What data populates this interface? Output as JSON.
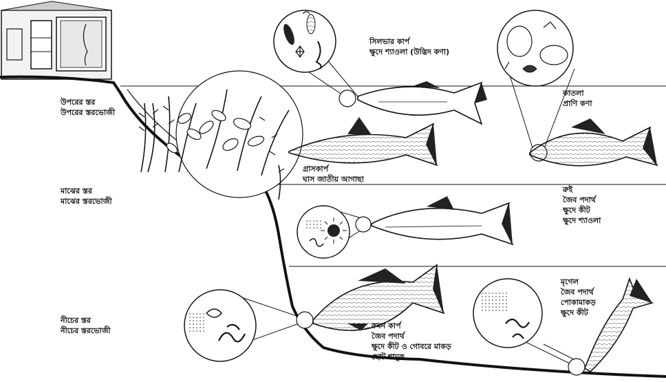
{
  "zones": {
    "upper": {
      "line1": "উপরের স্তর",
      "line2": "উপরের স্তরভোজী"
    },
    "middle": {
      "line1": "মাঝের স্তর",
      "line2": "মাঝের স্তরভোজী"
    },
    "bottom": {
      "line1": "নীচের স্তর",
      "line2": "নীচের স্তরভোজী"
    }
  },
  "fish": {
    "silver_carp": {
      "name": "সিলভার কার্প",
      "food": "ক্ষুদে শ্যাওলা (উদ্ভিদ কণা)"
    },
    "catla": {
      "name": "কাতলা",
      "food": "প্রাণি কণা"
    },
    "grass_carp": {
      "name": "গ্রাসকার্প",
      "food": "ঘাস জাতীয় আগাছা"
    },
    "rohu": {
      "name": "রুই",
      "food1": "জৈব পদার্থ",
      "food2": "ক্ষুদে কীট",
      "food3": "ক্ষুদে শ্যাওলা"
    },
    "common_carp": {
      "name": "কমন কার্প",
      "food1": "জৈব পদার্থ",
      "food2": "ক্ষুদে কীট ও গোবরে মাকড়",
      "food3": "ছোট শামুক"
    },
    "mrigal": {
      "name": "মৃগেল",
      "food1": "জৈব পদার্থ",
      "food2": "পোকামাকড়",
      "food3": "ক্ষুদে কীট"
    }
  },
  "colors": {
    "ink": "#111111",
    "paper": "#ffffff"
  }
}
